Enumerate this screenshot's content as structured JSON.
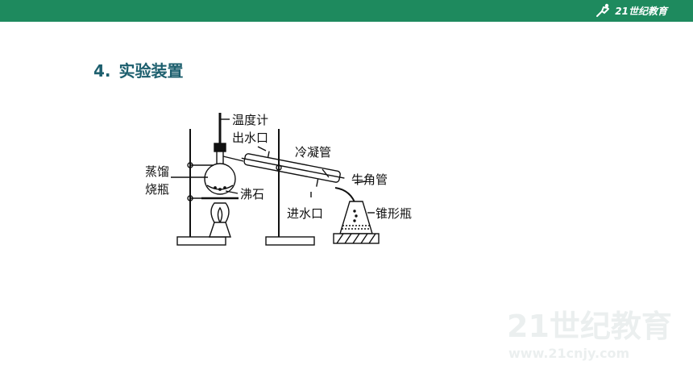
{
  "header": {
    "logo_text": "21世纪教育"
  },
  "section": {
    "number": "4.",
    "title": "实验装置"
  },
  "diagram": {
    "labels": {
      "thermometer": "温度计",
      "water_outlet": "出水口",
      "condenser": "冷凝管",
      "flask_line1": "蒸馏",
      "flask_line2": "烧瓶",
      "adapter": "牛角管",
      "boiling_chips": "沸石",
      "water_inlet": "进水口",
      "conical_flask": "锥形瓶"
    }
  },
  "watermark": {
    "text": "21世纪教育",
    "url": "www.21cnjy.com"
  }
}
